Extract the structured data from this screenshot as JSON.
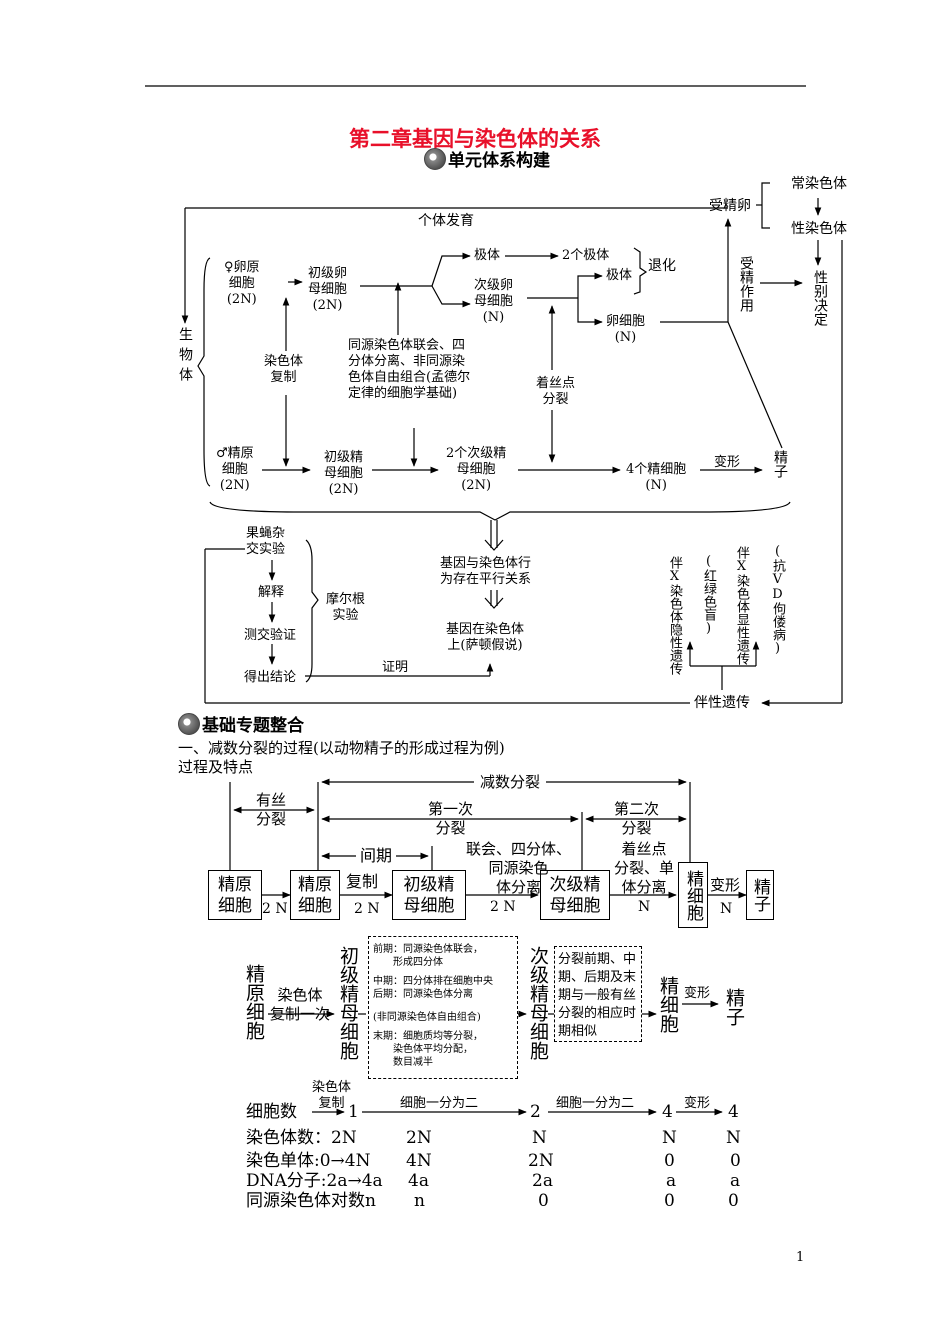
{
  "chapter_title": "第二章基因与染色体的关系",
  "section1_badge": "单元体系构建",
  "section2_badge": "基础专题整合",
  "concept_map": {
    "organism": "生物体",
    "fertilized_egg": "受精卵",
    "autosome": "常染色体",
    "sex_chromosome": "性染色体",
    "sex_determination": "性别决定",
    "fertilization": "受精作用",
    "development": "个体发育",
    "oogonium": [
      "♀卵原",
      "细胞",
      "(2N)"
    ],
    "primary_oocyte": [
      "初级卵",
      "母细胞",
      "(2N)"
    ],
    "polar_body_1": "极体",
    "two_polar_bodies": "2个极体",
    "degenerate": "退化",
    "secondary_oocyte": [
      "次级卵",
      "母细胞",
      "(N)"
    ],
    "polar_body_2": "极体",
    "egg": [
      "卵细胞",
      "(N)"
    ],
    "chromosome_replication": [
      "染色体",
      "复制"
    ],
    "meiosis_note": [
      "同源染色体联会、四",
      "分体分离、非同源染",
      "色体自由组合(孟德尔",
      "定律的细胞学基础)"
    ],
    "centromere_split": [
      "着丝点",
      "分裂"
    ],
    "spermatogonium": [
      "♂精原",
      "细胞",
      "(2N)"
    ],
    "primary_spermatocyte": [
      "初级精",
      "母细胞",
      "(2N)"
    ],
    "secondary_spermatocyte": [
      "2个次级精",
      "母细胞",
      "(2N)"
    ],
    "four_spermatids": [
      "4个精细胞",
      "(N)"
    ],
    "transform": "变形",
    "sperm": "精子",
    "drosophila_cross": [
      "果蝇杂",
      "交实验"
    ],
    "explanation": "解释",
    "testcross": "测交验证",
    "conclusion": "得出结论",
    "morgan": [
      "摩尔根",
      "实验"
    ],
    "proof": "证明",
    "parallel": [
      "基因与染色体行",
      "为存在平行关系"
    ],
    "gene_on_chromosome": [
      "基因在染色体",
      "上(萨顿假说)"
    ],
    "x_recessive": "伴X染色体隐性遗传",
    "x_recessive_eg": "(红绿色盲)",
    "x_dominant": "伴X染色体显性遗传",
    "x_dominant_eg": "(抗VD佝偻病)",
    "sex_linked": "伴性遗传"
  },
  "section_one": {
    "heading": "一、减数分裂的过程(以动物精子的形成过程为例)",
    "sub": "过程及特点"
  },
  "flow1": {
    "meiosis": "减数分裂",
    "mitosis": [
      "有丝",
      "分裂"
    ],
    "first": [
      "第一次",
      "分裂"
    ],
    "second": [
      "第二次",
      "分裂"
    ],
    "interphase": "间期",
    "replication": "复制",
    "synapsis": [
      "联会、四分体、",
      "同源染色",
      "体分离"
    ],
    "centromere": [
      "着丝点",
      "分裂、单",
      "体分离"
    ],
    "transform": "变形",
    "boxes": {
      "sg1": [
        "精原",
        "细胞"
      ],
      "sg2": [
        "精原",
        "细胞"
      ],
      "ps": [
        "初级精",
        "母细胞"
      ],
      "ss": [
        "次级精",
        "母细胞"
      ],
      "st": "精细胞",
      "sp": "精子"
    },
    "ploidy": [
      "2 N",
      "2 N",
      "2 N",
      "N",
      "N"
    ]
  },
  "flow2": {
    "spermatogonium": "精原细胞",
    "replicate_once": [
      "染色体",
      "复制一次"
    ],
    "primary": "初级精母细胞",
    "secondary": "次级精母细胞",
    "spermatid": "精细胞",
    "sperm": "精子",
    "transform": "变形",
    "box1": [
      "前期：同源染色体联会，",
      "形成四分体",
      "中期：四分体排在细胞中央",
      "后期：同源染色体分离",
      "(非同源染色体自由组合)",
      "末期：细胞质均等分裂，",
      "染色体平均分配，",
      "数目减半"
    ],
    "box2": [
      "分裂前期、中",
      "期、后期及末",
      "期与一般有丝",
      "分裂的相应时",
      "期相似"
    ]
  },
  "table": {
    "replicate": [
      "染色体",
      "复制"
    ],
    "divide": "细胞一分为二",
    "transform": "变形",
    "rows": [
      {
        "label": "细胞数",
        "values": [
          "1",
          "2",
          "4",
          "4"
        ]
      },
      {
        "label": "染色体数：2N",
        "values": [
          "2N",
          "N",
          "N",
          "N"
        ]
      },
      {
        "label": "染色单体:0→4N",
        "values": [
          "4N",
          "2N",
          "0",
          "0"
        ]
      },
      {
        "label": "DNA分子:2a→4a",
        "values": [
          "4a",
          "2a",
          "a",
          "a"
        ]
      },
      {
        "label": "同源染色体对数n",
        "values": [
          "n",
          "0",
          "0",
          "0"
        ]
      }
    ]
  },
  "page_number": "1"
}
